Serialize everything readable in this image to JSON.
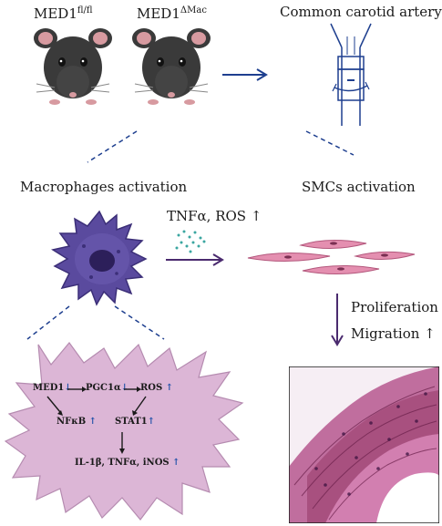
{
  "top": {
    "mouse1_label": "MED1",
    "mouse1_sup": "fl/fl",
    "mouse2_label": "MED1",
    "mouse2_sup": "ΔMac",
    "artery_label": "Common carotid artery"
  },
  "middle": {
    "macrophage_label": "Macrophages activation",
    "smc_label": "SMCs activation",
    "cytokines_label": "TNFα, ROS ↑",
    "proliferation_label": "Proliferation ↑",
    "migration_label": "Migration ↑"
  },
  "pathway": {
    "med1": "MED1",
    "pgc1a": "PGC1α",
    "ros": "ROS",
    "nfkb": "NFκB",
    "stat1": "STAT1",
    "outputs": "IL-1β, TNFα, iNOS",
    "up_arrow": "↑",
    "down_arrow": "↓"
  },
  "colors": {
    "mouse_body": "#3a3a3a",
    "mouse_ear": "#d79aa0",
    "arrow_blue": "#1e3f8f",
    "arrow_purple": "#4a2a6e",
    "macrophage": "#5a4a9e",
    "macrophage_nucleus": "#2c1f5a",
    "cell_blob": "#dcb6d6",
    "smc": "#e48fb0",
    "tissue": "#c06e9e",
    "particles": "#3aa6a0"
  },
  "icons": [
    "mouse-icon",
    "artery-ligation-icon",
    "macrophage-icon",
    "smc-icon",
    "histology-image"
  ]
}
